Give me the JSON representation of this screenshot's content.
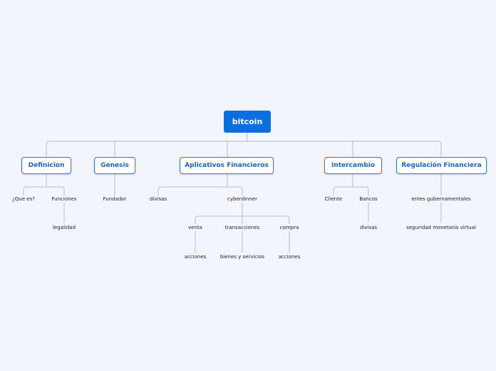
{
  "root": {
    "label": "bitcoin"
  },
  "branches": {
    "definicion": {
      "label": "Definicion",
      "children": [
        "¿Que es?",
        "Funciones"
      ],
      "funciones_children": [
        "legalidad"
      ]
    },
    "genesis": {
      "label": "Genesis",
      "children": [
        "Fundador"
      ]
    },
    "aplicativos": {
      "label": "Aplicativos Financieros",
      "children": [
        "divisas",
        "cyberdinner"
      ],
      "cyberdinner_children": [
        "venta",
        "transacciones",
        "compra"
      ],
      "venta_children": [
        "acciones"
      ],
      "transacciones_children": [
        "bienes y servicios"
      ],
      "compra_children": [
        "acciones"
      ]
    },
    "intercambio": {
      "label": "Intercambio",
      "children": [
        "Cliente",
        "Bancos"
      ],
      "bancos_children": [
        "divisas"
      ]
    },
    "regulacion": {
      "label": "Regulación Financiera",
      "children": [
        "entes gubernamentales"
      ],
      "entes_children": [
        "seguridad monetaria virtual"
      ]
    }
  },
  "colors": {
    "background": "#f2f5fd",
    "root_fill": "#0b6fe0",
    "node_border": "#2f7bd8",
    "node_text": "#1b63c6",
    "connector": "#b5bcc8"
  }
}
